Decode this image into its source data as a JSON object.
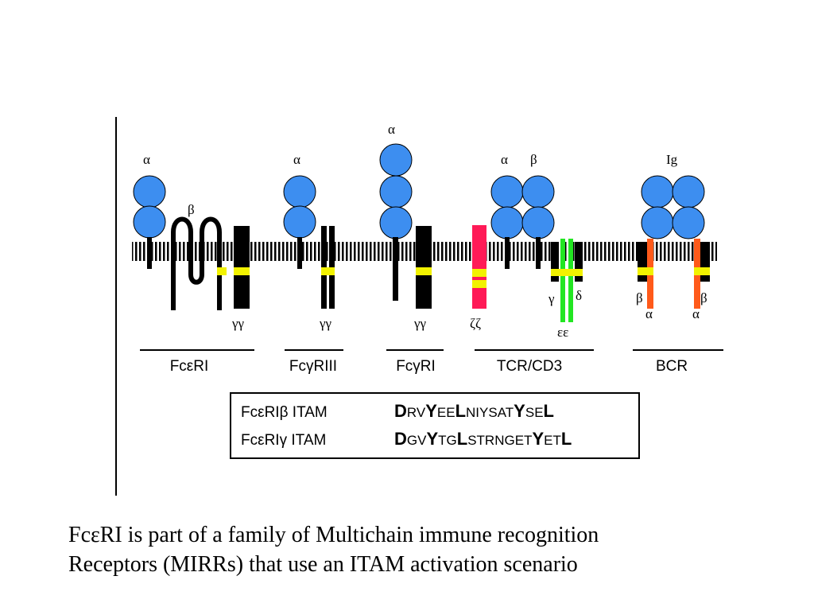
{
  "colors": {
    "domain_blue": "#3d8ef0",
    "black": "#000000",
    "zeta_red": "#ff1a57",
    "cd3_green": "#22e622",
    "bcr_orange": "#ff5a1a",
    "itam_yellow": "#f2f200"
  },
  "receptors": [
    {
      "name": "FcεRI",
      "subunit_labels": [
        "α",
        "β",
        "γγ"
      ]
    },
    {
      "name": "FcγRIII",
      "subunit_labels": [
        "α",
        "γγ"
      ]
    },
    {
      "name": "FcγRI",
      "subunit_labels": [
        "α",
        "γγ"
      ]
    },
    {
      "name": "TCR/CD3",
      "subunit_labels": [
        "α",
        "β",
        "ζζ",
        "γ",
        "δ",
        "εε"
      ]
    },
    {
      "name": "BCR",
      "subunit_labels": [
        "Ig",
        "β",
        "α",
        "β",
        "α"
      ]
    }
  ],
  "itam_table": {
    "rows": [
      {
        "label": "FcεRIβ ITAM",
        "seq": [
          [
            "D",
            true
          ],
          [
            "RV",
            false
          ],
          [
            "Y",
            true
          ],
          [
            "EE",
            false
          ],
          [
            "L",
            true
          ],
          [
            "NIYSAT",
            false
          ],
          [
            "Y",
            true
          ],
          [
            "SE",
            false
          ],
          [
            "L",
            true
          ]
        ]
      },
      {
        "label": "FcεRIγ ITAM",
        "seq": [
          [
            "D",
            true
          ],
          [
            "GV",
            false
          ],
          [
            "Y",
            true
          ],
          [
            "TG",
            false
          ],
          [
            "L",
            true
          ],
          [
            "STRNGET",
            false
          ],
          [
            "Y",
            true
          ],
          [
            "ET",
            false
          ],
          [
            "L",
            true
          ]
        ]
      }
    ]
  },
  "caption": {
    "line1": "FcεRI is part of a family of Multichain immune recognition",
    "line2": "Receptors (MIRRs) that use an ITAM activation scenario"
  }
}
